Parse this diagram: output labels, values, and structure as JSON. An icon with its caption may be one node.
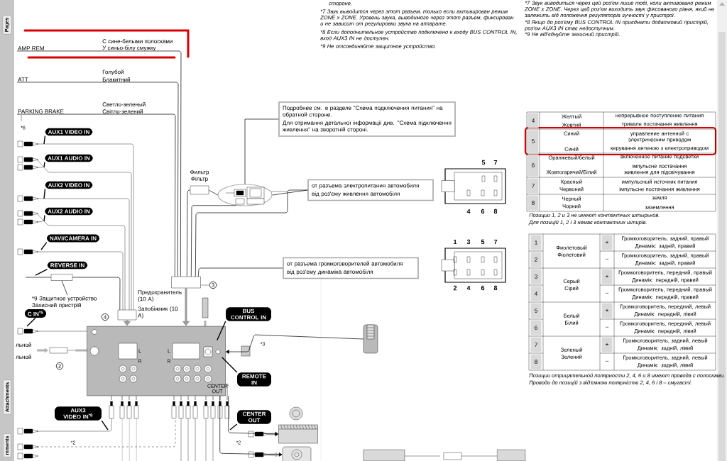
{
  "diagram": {
    "nodes": [
      {
        "text": [
          "Подробнее см. в разделе \"Схема подключения питания\" на обратной стороне.",
          "Для отримання детальної інформації див. \"Схема підключення живлення\" на зворотній стороні."
        ]
      },
      {
        "text": [
          "от разъема электропитания автомобиля",
          "від роз'єму живлення автомобіля"
        ]
      },
      {
        "text": [
          "от разъема громкоговорителей автомобиля",
          "від роз'єму динаміка автомобіля"
        ]
      },
      {
        "text": [
          "Фильтр Фільтр"
        ]
      },
      {
        "text": [],
        "shape": "circle"
      },
      {
        "text": [],
        "shape": "box"
      },
      {
        "text": [],
        "shape": "box"
      },
      {
        "text": [
          "*9 Защитное устройство Захисний пристрій"
        ]
      },
      {
        "text": [],
        "shape": "box"
      },
      {
        "text": [],
        "shape": "box"
      },
      {
        "text": [
          "AUX1 VIDEO IN"
        ]
      },
      {
        "text": [
          "AUX1 AUDIO IN"
        ]
      },
      {
        "text": [
          "AUX2 VIDEO IN"
        ]
      },
      {
        "text": [
          "AUX2 AUDIO IN"
        ]
      },
      {
        "text": [
          "NAVI/CAMERA IN"
        ]
      },
      {
        "text": [
          "REVERSE IN"
        ]
      },
      {
        "text": [
          "C IN$^{*5}$"
        ]
      },
      {
        "text": [
          "BUS CONTROL IN"
        ]
      },
      {
        "text": [
          "REMOTE IN"
        ]
      },
      {
        "text": [
          "AUX3 VIDEO IN$^{*8}$"
        ]
      },
      {
        "text": [
          "CENTER OUT"
        ]
      },
      {
        "text": [],
        "shape": "box"
      },
      {
        "text": [],
        "shape": "box"
      },
      {
        "text": [],
        "shape": "box"
      },
      {
        "text": [
          "AMP REM"
        ]
      },
      {
        "text": [
          "ATT"
        ]
      },
      {
        "text": [
          "PARKING BRAKE"
        ]
      }
    ],
    "edges": [
      {
        "from": 0,
        "to": 4,
        "arrow": "none"
      },
      {
        "from": 3,
        "to": 4,
        "arrow": "none"
      },
      {
        "from": 4,
        "to": 1,
        "arrow": "none"
      },
      {
        "from": 1,
        "to": 5,
        "arrow": "none"
      },
      {
        "from": 2,
        "to": 5,
        "arrow": "none"
      },
      {
        "from": 5,
        "to": 9,
        "arrow": "to",
        "style": "thick",
        "color": "#9a9a9a"
      },
      {
        "from": 7,
        "to": 6,
        "arrow": "none"
      },
      {
        "from": 6,
        "to": 8,
        "arrow": "none"
      },
      {
        "from": 8,
        "to": 9,
        "arrow": "to",
        "style": "thick",
        "color": "#9a9a9a"
      },
      {
        "from": 10,
        "to": null,
        "arrow": "none"
      },
      {
        "from": 11,
        "to": null,
        "arrow": "none"
      },
      {
        "from": 12,
        "to": null,
        "arrow": "none"
      },
      {
        "from": 13,
        "to": null,
        "arrow": "none"
      },
      {
        "from": 14,
        "to": null,
        "arrow": "none"
      },
      {
        "from": 15,
        "to": null,
        "arrow": "none"
      },
      {
        "from": 16,
        "to": null,
        "arrow": "none"
      },
      {
        "from": 17,
        "to": 9,
        "arrow": "none"
      },
      {
        "from": 18,
        "to": 9,
        "arrow": "none"
      },
      {
        "from": 19,
        "to": null,
        "arrow": "none"
      },
      {
        "from": 20,
        "to": null,
        "arrow": "none"
      },
      {
        "from": 22,
        "to": 9,
        "arrow": "to"
      },
      {
        "from": 9,
        "to": 21,
        "arrow": "to"
      },
      {
        "from": 9,
        "to": 23,
        "arrow": "to"
      },
      {
        "from": 3,
        "to": 5,
        "arrow": "none"
      },
      {
        "from": 4,
        "to": 5,
        "arrow": "none"
      },
      {
        "from": 24,
        "to": 5,
        "arrow": "none"
      },
      {
        "from": 25,
        "to": 5,
        "arrow": "none"
      },
      {
        "from": 26,
        "to": 5,
        "arrow": "none"
      },
      {
        "from": null,
        "to": 6,
        "arrow": "none"
      }
    ],
    "labels": [
      "Pages",
      "Attachments",
      "mments",
      "стороне.",
      "*7 Звук выводится через этот разъем, только если активирован режим ZONE x ZONE. Уровень звука, выводимого через этот разъем, фиксирован и не зависит от регулировки звука на аппарате.",
      "*8 Если дополнительное устройство подключено к входу BUS CONTROL IN, вход AUX3 IN не доступен.",
      "*9 Не отсоединяйте защитное устройство.",
      "*7 Звук виводиться через цей роз'єм лише тоді, коли активовано режим ZONE x ZONE. Через цей роз'єм виходить звук фіксованого рівня, який не залежить від положення регуляторів гучності у пристрої.",
      "*8 Якщо до роз'єму BUS CONTROL IN приєднати додатковий пристрій, роз'єм AUX3 IN стає недоступним.",
      "*9 Не від'єднуйте захисний пристрій.",
      "С сине-белыми полосками",
      "У синьо-білу смужку",
      "Голубой",
      "Блакитний",
      "Светло-зеленый",
      "Світло-зелений",
      "*6",
      "3",
      "4",
      "2",
      "Предохранитель (10 A)",
      "Запобіжник (10 A)",
      "льной",
      "льной",
      "L",
      "R",
      "L",
      "R",
      "CENTER OUT",
      "*2",
      "*2",
      "*3",
      "5",
      "7",
      "4",
      "6",
      "8",
      "1",
      "3",
      "5",
      "7",
      "2",
      "4",
      "6",
      "8",
      "4",
      "Желтый",
      "Жовтий",
      "непрерывное поступление питания",
      "тривале постачання живлення",
      "5",
      "Синий",
      "Синій",
      "управление антенной с электрическим приводом",
      "керування антеною з електроприводом",
      "6",
      "Оранжевый/белый",
      "Жовтогарячий/Білий",
      "включенное питание подсветки",
      "імпульсне постачання живлення для підсвічування",
      "7",
      "Красный",
      "Червоний",
      "импульсный источник питания",
      "імпульсне постачання живлення",
      "8",
      "Черный",
      "Чорний",
      "земля",
      "заземлення",
      "Позиции 1, 2 и 3 не имеют контактных штырьков.",
      "Для позицій 1, 2 і 3 немає контактних штирів.",
      "1",
      "Фиолетовый",
      "Фіолетовий",
      "+",
      "Громкоговоритель, задний, правый",
      "Динамік: задній, правий",
      "2",
      "–",
      "Громкоговоритель, задний, правый",
      "Динамік: задній, правий",
      "3",
      "Серый",
      "Сірий",
      "+",
      "Громкоговоритель, передний, правый",
      "Динамік: передній, правий",
      "4",
      "–",
      "Громкоговоритель, передний, правый",
      "Динамік: передній, правий",
      "5",
      "Белый",
      "Білий",
      "+",
      "Громкоговоритель, передний, левый",
      "Динамік: передній, лівий",
      "6",
      "–",
      "Громкоговоритель, передний, левый",
      "Динамік: передній, лівий",
      "7",
      "Зеленый",
      "Зелений",
      "+",
      "Громкоговоритель, задний, левый",
      "Динамік: задній, лівий",
      "8",
      "–",
      "Громкоговоритель, задний, левый",
      "Динамік: задній, лівий",
      "Позиции отрицательной полярности 2, 4, 6 и 8 имеют провода с полосками.",
      "Проводи до позицій з від'ємною полярністю 2, 4, 6 і 8 – смугасті."
    ]
  }
}
